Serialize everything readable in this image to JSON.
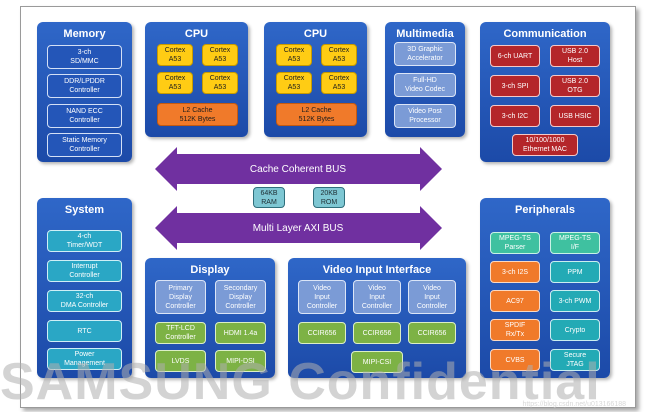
{
  "memory": {
    "title": "Memory",
    "items": [
      "3-ch\nSD/MMC",
      "DDR/LPDDR\nController",
      "NAND ECC\nController",
      "Static Memory\nController"
    ]
  },
  "cpu_left": {
    "title": "CPU",
    "cores": [
      "Cortex\nA53",
      "Cortex\nA53",
      "Cortex\nA53",
      "Cortex\nA53"
    ],
    "cache": "L2 Cache\n512K Bytes"
  },
  "cpu_right": {
    "title": "CPU",
    "cores": [
      "Cortex\nA53",
      "Cortex\nA53",
      "Cortex\nA53",
      "Cortex\nA53"
    ],
    "cache": "L2 Cache\n512K Bytes"
  },
  "multimedia": {
    "title": "Multimedia",
    "items": [
      "3D Graphic\nAccelerator",
      "Full-HD\nVideo Codec",
      "Video Post\nProcessor"
    ]
  },
  "communication": {
    "title": "Communication",
    "items": [
      "6-ch UART",
      "USB 2.0\nHost",
      "3-ch SPI",
      "USB 2.0\nOTG",
      "3-ch I2C",
      "USB HSIC",
      "10/100/1000\nEthernet MAC"
    ]
  },
  "buses": {
    "cache_coherent": "Cache Coherent BUS",
    "multi_layer": "Multi Layer AXI BUS",
    "ram": "64KB\nRAM",
    "rom": "20KB\nROM"
  },
  "system": {
    "title": "System",
    "items": [
      "4-ch\nTimer/WDT",
      "Interrupt\nController",
      "32-ch\nDMA Controller",
      "RTC",
      "Power\nManagement"
    ]
  },
  "display": {
    "title": "Display",
    "items": [
      "Primary\nDisplay\nController",
      "Secondary\nDisplay\nController",
      "TFT-LCD\nController",
      "HDMI 1.4a",
      "LVDS",
      "MIPI-DSI"
    ]
  },
  "video_input": {
    "title": "Video Input Interface",
    "items": [
      "Video\nInput\nController",
      "Video\nInput\nController",
      "Video\nInput\nController",
      "CCIR656",
      "CCIR656",
      "CCIR656",
      "MIPI-CSI"
    ]
  },
  "peripherals": {
    "title": "Peripherals",
    "items": [
      "MPEG-TS\nParser",
      "MPEG-TS\nI/F",
      "3-ch I2S",
      "PPM",
      "AC97",
      "3-ch PWM",
      "SPDIF\nRx/Tx",
      "Crypto",
      "CVBS",
      "Secure\nJTAG"
    ]
  },
  "watermark": "SAMSUNG Confidential",
  "credit": "https://blog.csdn.net/u013166188",
  "colors": {
    "block_blue": "#2456b8",
    "cortex_yellow": "#ffcc14",
    "l2_orange": "#f07a2a",
    "bus_purple": "#7030a0",
    "comm_red": "#b4262a",
    "system_teal": "#2aa7c5",
    "display_green": "#7db245"
  }
}
